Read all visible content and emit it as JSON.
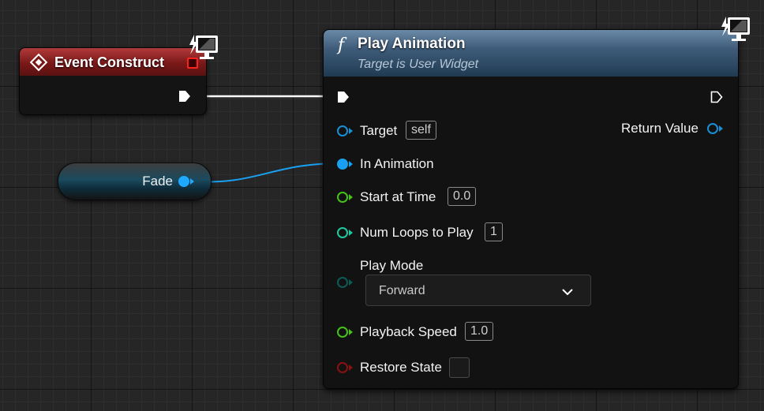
{
  "event_node": {
    "title": "Event Construct"
  },
  "variable_node": {
    "label": "Fade",
    "pin_color": "#1ea9ff"
  },
  "function_node": {
    "symbol": "f",
    "title": "Play Animation",
    "subtitle": "Target is User Widget",
    "inputs": {
      "target": {
        "label": "Target",
        "value": "self"
      },
      "in_animation": {
        "label": "In Animation"
      },
      "start_at_time": {
        "label": "Start at Time",
        "value": "0.0"
      },
      "num_loops": {
        "label": "Num Loops to Play",
        "value": "1"
      },
      "play_mode": {
        "label": "Play Mode",
        "selected": "Forward"
      },
      "playback_speed": {
        "label": "Playback Speed",
        "value": "1.0"
      },
      "restore_state": {
        "label": "Restore State",
        "checked": false
      }
    },
    "outputs": {
      "return_value": {
        "label": "Return Value"
      }
    }
  },
  "colors": {
    "object_pin": "#1a8fd6",
    "float_pin": "#44c21a",
    "int_pin": "#1ec9a0",
    "byte_pin": "#0b5b56",
    "bool_pin": "#8b1010",
    "exec_pin": "#ffffff",
    "event_header": "#8b1c1c",
    "function_header": "#3e5c79"
  }
}
